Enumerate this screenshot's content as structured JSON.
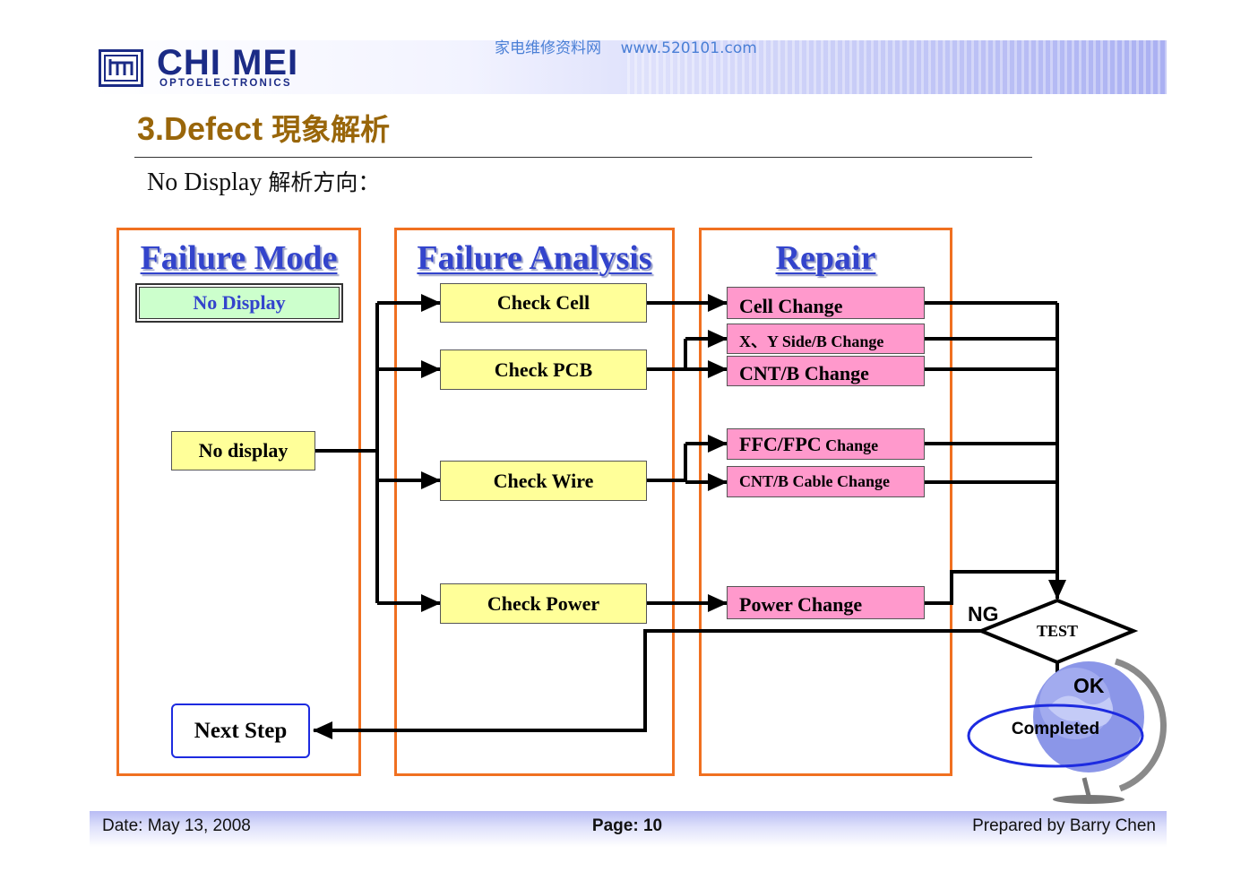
{
  "watermark": "家电维修资料网    www.520101.com",
  "logo": {
    "name": "CHI MEI",
    "sub": "OPTOELECTRONICS"
  },
  "title": {
    "prefix": "3.Defect ",
    "cjk": "現象解析"
  },
  "subtitle": {
    "prefix": "No Display ",
    "cjk": "解析方向："
  },
  "columns": {
    "failure_mode": "Failure Mode",
    "failure_analysis": "Failure Analysis",
    "repair": "Repair"
  },
  "failure_mode": {
    "no_display_header": "No Display",
    "no_display_box": "No display",
    "next_step": "Next Step"
  },
  "analysis": [
    "Check Cell",
    "Check PCB",
    "Check Wire",
    "Check Power"
  ],
  "repair": [
    {
      "main": "Cell Change",
      "tail": ""
    },
    {
      "main": "X、Y Side/B Change",
      "tail": ""
    },
    {
      "main": "CNT/B Change",
      "tail": ""
    },
    {
      "main": "FFC/FPC",
      "tail": " Change"
    },
    {
      "main": "CNT/B Cable Change",
      "tail": ""
    },
    {
      "main": "Power Change",
      "tail": ""
    }
  ],
  "test": {
    "label": "TEST",
    "ng": "NG",
    "ok": "OK",
    "completed": "Completed"
  },
  "footer": {
    "date": "Date: May 13, 2008",
    "page": "Page: 10",
    "prepared": "Prepared by Barry Chen"
  },
  "colors": {
    "column_border": "#f07020",
    "heading": "#3344cc",
    "analysis_fill": "#ffff99",
    "repair_fill": "#ff99cc",
    "header_fill": "#ccffcc",
    "title": "#99660a",
    "next_border": "#1d2be0"
  }
}
